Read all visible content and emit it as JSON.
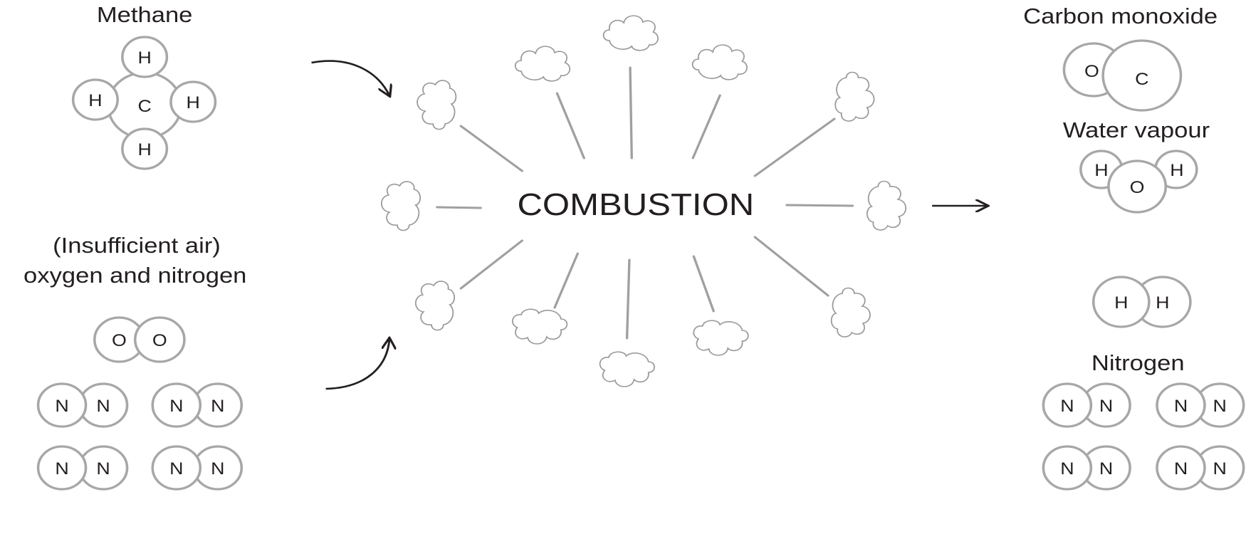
{
  "reactants": {
    "methane": {
      "title": "Methane",
      "atoms": [
        "C",
        "H",
        "H",
        "H",
        "H"
      ]
    },
    "air": {
      "title": "(Insufficient air)",
      "subtitle": "oxygen and nitrogen",
      "oxygen": [
        "O",
        "O"
      ],
      "nitrogen": [
        [
          "N",
          "N"
        ],
        [
          "N",
          "N"
        ],
        [
          "N",
          "N"
        ],
        [
          "N",
          "N"
        ]
      ]
    }
  },
  "process": {
    "label": "COMBUSTION"
  },
  "products": {
    "carbon_monoxide": {
      "title": "Carbon monoxide",
      "atoms": [
        "O",
        "C"
      ]
    },
    "water_vapour": {
      "title": "Water vapour",
      "atoms": [
        "H",
        "O",
        "H"
      ]
    },
    "hydrogen": {
      "atoms": [
        "H",
        "H"
      ]
    },
    "nitrogen": {
      "title": "Nitrogen",
      "molecules": [
        [
          "N",
          "N"
        ],
        [
          "N",
          "N"
        ],
        [
          "N",
          "N"
        ],
        [
          "N",
          "N"
        ]
      ]
    }
  }
}
